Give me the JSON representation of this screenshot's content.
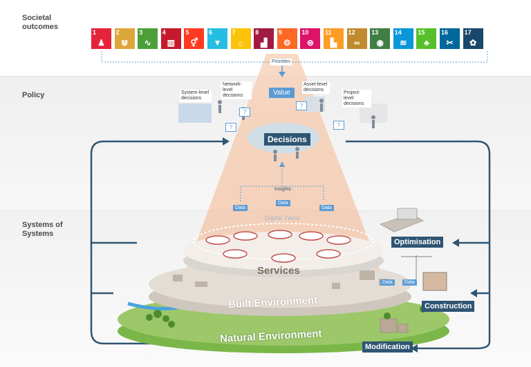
{
  "sections": {
    "societal": "Societal outcomes",
    "policy": "Policy",
    "systems": "Systems of Systems"
  },
  "sdgs": [
    {
      "num": "1",
      "color": "#e5243b",
      "glyph": "♟"
    },
    {
      "num": "2",
      "color": "#dda63a",
      "glyph": "⋓"
    },
    {
      "num": "3",
      "color": "#4c9f38",
      "glyph": "∿"
    },
    {
      "num": "4",
      "color": "#c5192d",
      "glyph": "▥"
    },
    {
      "num": "5",
      "color": "#ff3a21",
      "glyph": "⚥"
    },
    {
      "num": "6",
      "color": "#26bde2",
      "glyph": "▼"
    },
    {
      "num": "7",
      "color": "#fcc30b",
      "glyph": "☼"
    },
    {
      "num": "8",
      "color": "#a21942",
      "glyph": "▟"
    },
    {
      "num": "9",
      "color": "#fd6925",
      "glyph": "⚙"
    },
    {
      "num": "10",
      "color": "#dd1367",
      "glyph": "⊜"
    },
    {
      "num": "11",
      "color": "#fd9d24",
      "glyph": "▙"
    },
    {
      "num": "12",
      "color": "#bf8b2e",
      "glyph": "∞"
    },
    {
      "num": "13",
      "color": "#3f7e44",
      "glyph": "◉"
    },
    {
      "num": "14",
      "color": "#0a97d9",
      "glyph": "≋"
    },
    {
      "num": "15",
      "color": "#56c02b",
      "glyph": "♣"
    },
    {
      "num": "16",
      "color": "#00689d",
      "glyph": "✂"
    },
    {
      "num": "17",
      "color": "#19486a",
      "glyph": "✿"
    }
  ],
  "labels": {
    "priorities": "Priorities",
    "value": "Value",
    "decisions": "Decisions",
    "insights": "Insights",
    "data": "Data",
    "digital_twins": "Digital Twins",
    "services": "Services",
    "built_environment": "Built Environment",
    "natural_environment": "Natural Environment",
    "optimisation": "Optimisation",
    "construction": "Construction",
    "modification": "Modification",
    "system_level": "System-level decisions",
    "network_level": "Network-level decisions",
    "asset_level": "Asset-level decisions",
    "project_level": "Project-level decisions",
    "question": "?"
  },
  "colors": {
    "dark_blue": "#2f5573",
    "light_blue": "#5b9bd5",
    "beam": "#f4c7a8",
    "band_grey": "#eeeeee",
    "green": "#6aa84f"
  }
}
